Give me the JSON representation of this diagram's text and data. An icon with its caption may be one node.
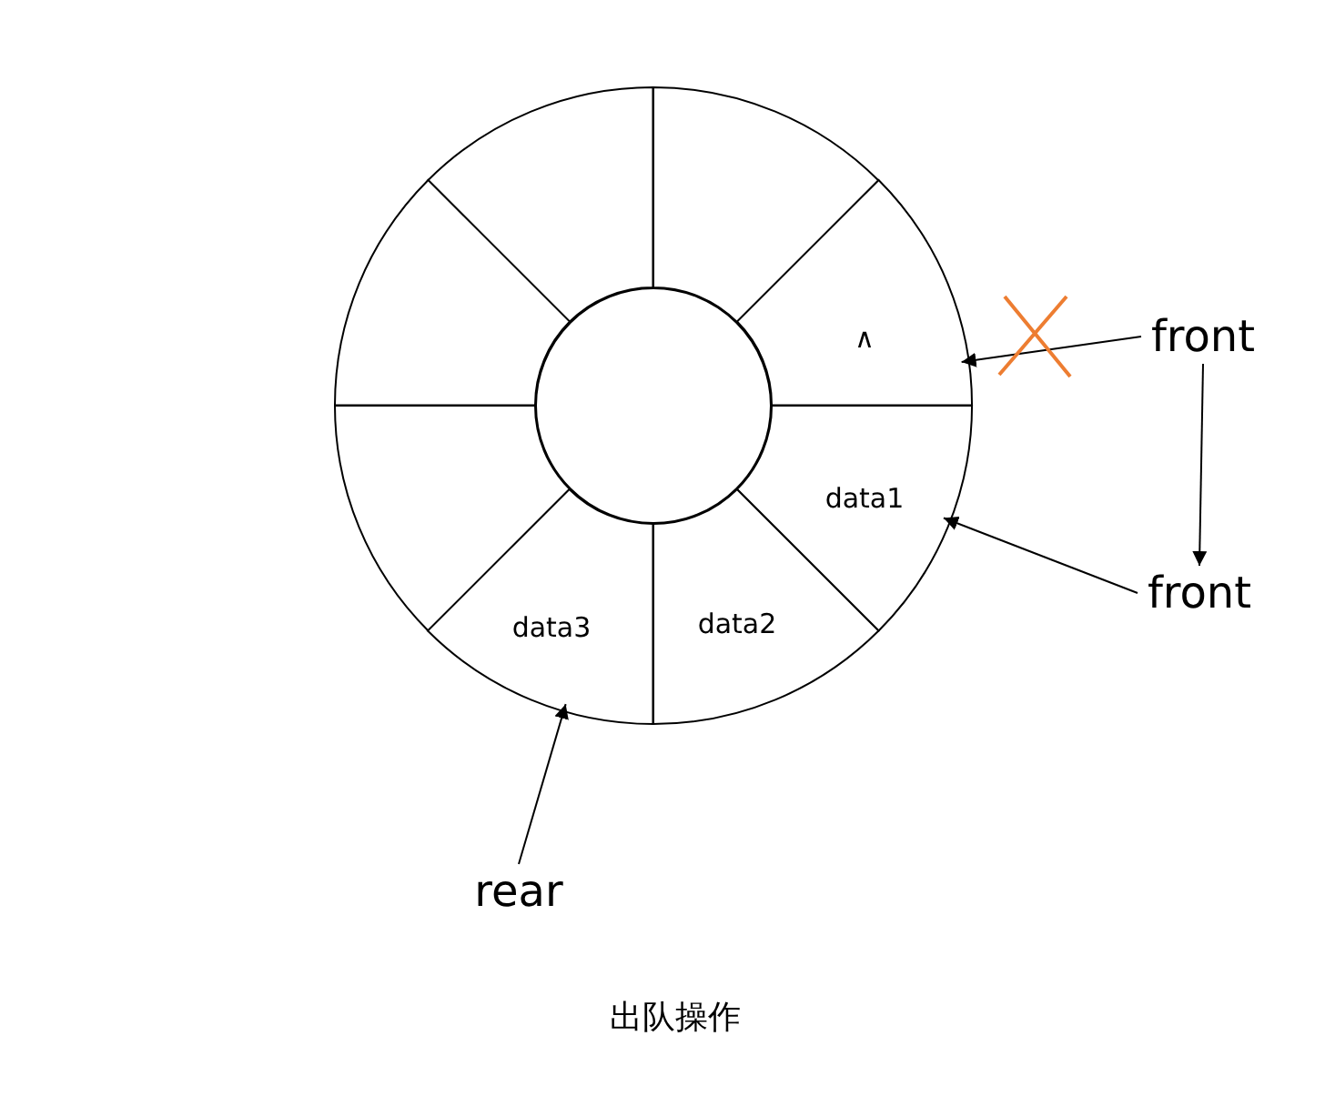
{
  "diagram": {
    "caption": "出队操作",
    "nodes": [
      {
        "text": [],
        "shape": "sector"
      },
      {
        "text": [],
        "shape": "sector"
      },
      {
        "text": [],
        "shape": "sector"
      },
      {
        "text": [
          "∧"
        ]
      },
      {
        "text": [
          "front"
        ]
      },
      {
        "text": [],
        "shape": "circle"
      },
      {
        "text": [],
        "shape": "sector"
      },
      {
        "text": [
          "data1"
        ]
      },
      {
        "text": [
          "front"
        ]
      },
      {
        "text": [
          "data3"
        ]
      },
      {
        "text": [
          "data2"
        ]
      },
      {
        "text": [
          "rear"
        ]
      }
    ],
    "edges": [
      {
        "from": 4,
        "to": 3,
        "arrow": "to"
      },
      {
        "from": 4,
        "to": 8,
        "arrow": "to"
      },
      {
        "from": 8,
        "to": 7,
        "arrow": "to"
      },
      {
        "from": 11,
        "to": 9,
        "arrow": "to"
      }
    ]
  }
}
